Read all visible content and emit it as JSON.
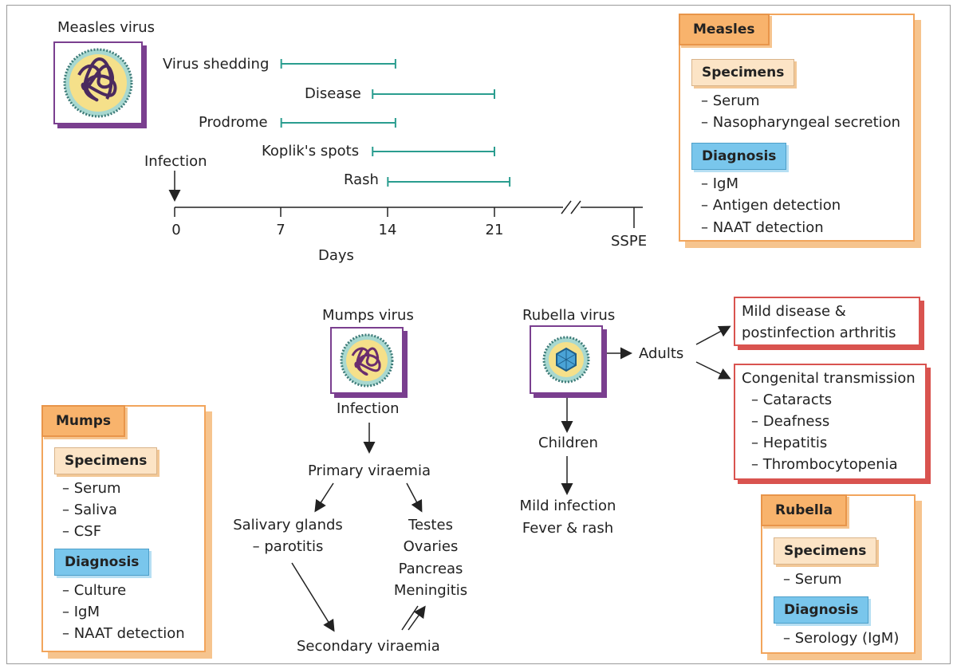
{
  "measles_timeline": {
    "virus_label": "Measles virus",
    "bars": [
      {
        "label": "Virus shedding",
        "start": 7,
        "end": 14.5
      },
      {
        "label": "Disease",
        "start": 13,
        "end": 21
      },
      {
        "label": "Prodrome",
        "start": 7,
        "end": 14.5
      },
      {
        "label": "Koplik's spots",
        "start": 13,
        "end": 21
      },
      {
        "label": "Rash",
        "start": 14,
        "end": 22
      }
    ],
    "infection_label": "Infection",
    "ticks": [
      "0",
      "7",
      "14",
      "21"
    ],
    "end_label": "SSPE",
    "axis_label": "Days"
  },
  "measles_panel": {
    "title": "Measles",
    "specimens_label": "Specimens",
    "specimens": [
      "– Serum",
      "– Nasopharyngeal secretion"
    ],
    "diagnosis_label": "Diagnosis",
    "diagnosis": [
      "– IgM",
      "– Antigen detection",
      "– NAAT detection"
    ]
  },
  "mumps_panel": {
    "title": "Mumps",
    "specimens_label": "Specimens",
    "specimens": [
      "– Serum",
      "– Saliva",
      "– CSF"
    ],
    "diagnosis_label": "Diagnosis",
    "diagnosis": [
      "– Culture",
      "– IgM",
      "– NAAT detection"
    ]
  },
  "mumps_flow": {
    "virus_label": "Mumps virus",
    "infection": "Infection",
    "primary": "Primary viraemia",
    "salivary": [
      "Salivary glands",
      "– parotitis"
    ],
    "organs": [
      "Testes",
      "Ovaries",
      "Pancreas",
      "Meningitis"
    ],
    "secondary": "Secondary viraemia"
  },
  "rubella_flow": {
    "virus_label": "Rubella virus",
    "adults": "Adults",
    "children": "Children",
    "child_outcome": [
      "Mild infection",
      "Fever & rash"
    ],
    "adult_box": [
      "Mild disease &",
      "postinfection arthritis"
    ],
    "congenital_title": "Congenital transmission",
    "congenital_items": [
      "– Cataracts",
      "– Deafness",
      "– Hepatitis",
      "– Thrombocytopenia"
    ]
  },
  "rubella_panel": {
    "title": "Rubella",
    "specimens_label": "Specimens",
    "specimens": [
      "– Serum"
    ],
    "diagnosis_label": "Diagnosis",
    "diagnosis": [
      "– Serology (IgM)"
    ]
  },
  "colors": {
    "bar": "#2a9d8f",
    "panel_border": "#f2a55c",
    "diagnosis": "#79c6ec",
    "outcome_border": "#d9534f",
    "icon_border": "#7a3f8f"
  }
}
